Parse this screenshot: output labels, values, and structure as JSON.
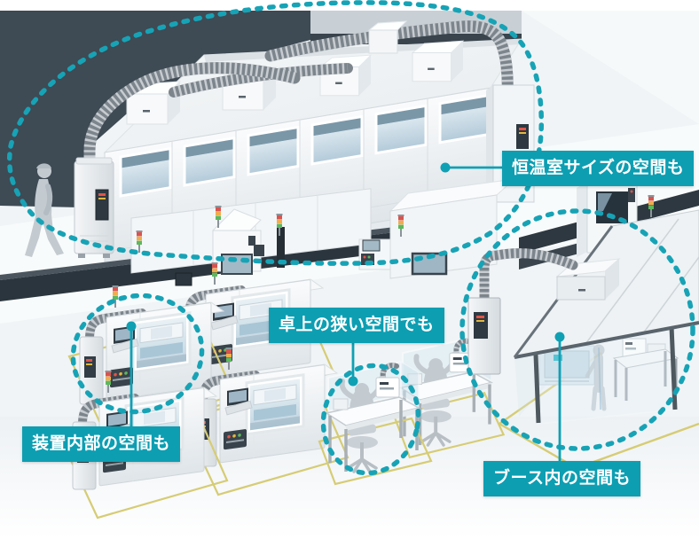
{
  "scene": {
    "type": "isometric-dry-air-facility-illustration",
    "callouts": {
      "constant_temp_room": {
        "text": "恒温室サイズの空間も"
      },
      "desktop_space": {
        "text": "卓上の狭い空間でも"
      },
      "equipment_interior": {
        "text": "装置内部の空間も"
      },
      "booth_interior": {
        "text": "ブース内の空間も"
      }
    },
    "colors": {
      "callout_bg": "#0d9eb2",
      "callout_text": "#ffffff",
      "dotted_highlight": "#17a3b6",
      "leader_line": "#0fa0b4",
      "wall_dark": "#3e4a54",
      "conveyor_dark": "#2b353d",
      "machine_body": "#eef1f3",
      "window_blue": "#b9cfdc",
      "floor_marking_yellow": "#d6cc74",
      "silhouette_gray": "#c3cad0",
      "duct_gray": "#7d858c",
      "floor_light": "#f0f4f6",
      "signal_red": "#d9534f",
      "signal_amber": "#f0ad4e",
      "signal_green": "#5cb85c"
    }
  }
}
